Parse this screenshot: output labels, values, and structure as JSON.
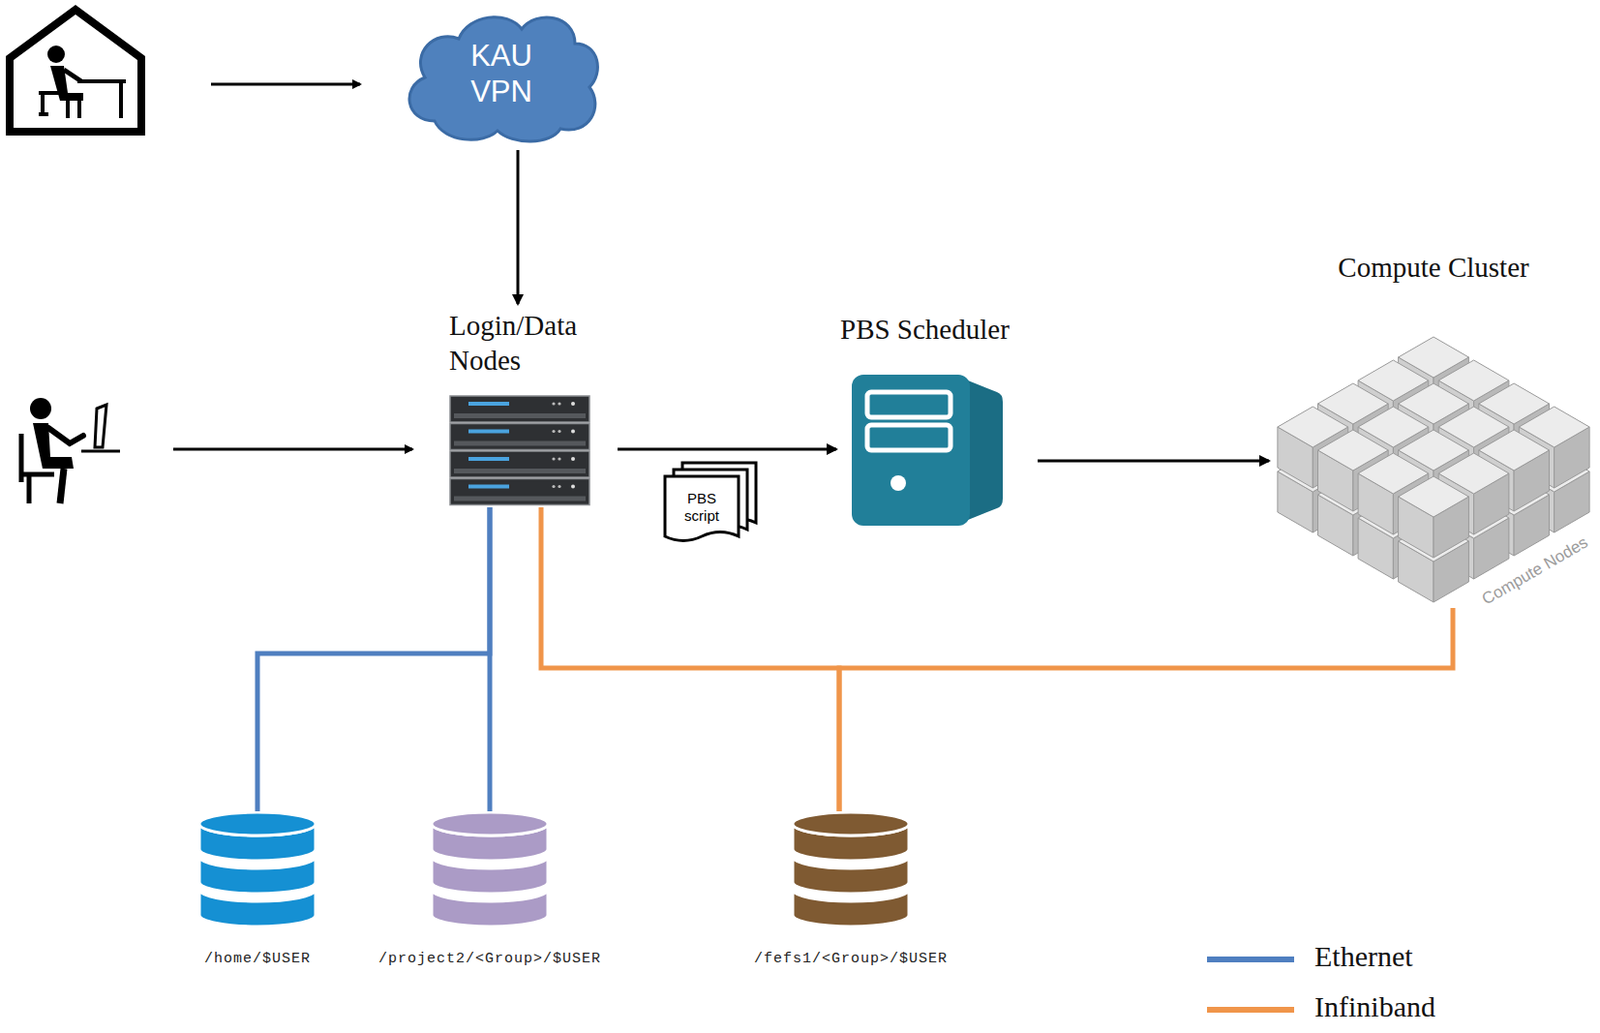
{
  "diagram": {
    "nodes": [
      {
        "text": [
          "KAU VPN"
        ]
      },
      {
        "text": [
          "Login/Data Nodes"
        ]
      },
      {
        "text": [
          "PBS script"
        ]
      },
      {
        "text": [
          "PBS Scheduler"
        ]
      },
      {
        "text": [
          "Compute Cluster",
          "Compute Nodes"
        ]
      },
      {
        "text": [
          "/home/$USER"
        ]
      },
      {
        "text": [
          "/project2/<Group>/$USER"
        ]
      },
      {
        "text": [
          "/fefs1/<Group>/$USER"
        ]
      }
    ],
    "edges": [
      {
        "from": 0,
        "to": 1,
        "arrow": "to"
      },
      {
        "from": 1,
        "to": 3,
        "arrow": "to"
      },
      {
        "from": 3,
        "to": 4,
        "arrow": "to"
      },
      {
        "from": 1,
        "to": 5,
        "arrow": "none"
      },
      {
        "from": 1,
        "to": 6,
        "arrow": "none"
      },
      {
        "from": 1,
        "to": 7,
        "arrow": "none"
      },
      {
        "from": 4,
        "to": 7,
        "arrow": "none"
      }
    ],
    "legend": [
      {
        "text": "Ethernet",
        "color": "#4f7fc0"
      },
      {
        "text": "Infiniband",
        "color": "#f0954a"
      }
    ]
  }
}
